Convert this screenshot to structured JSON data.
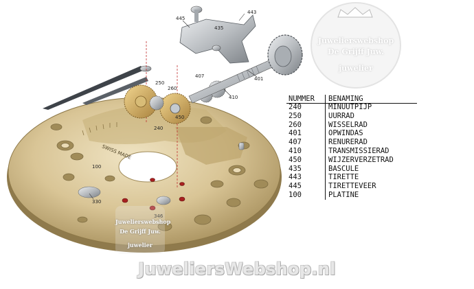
{
  "legend": {
    "header_number": "NUMMER",
    "header_name": "BENAMING",
    "rows": [
      {
        "number": "240",
        "name": "MINUUTPIJP"
      },
      {
        "number": "250",
        "name": "UURRAD"
      },
      {
        "number": "260",
        "name": "WISSELRAD"
      },
      {
        "number": "401",
        "name": "OPWINDAS"
      },
      {
        "number": "407",
        "name": "RENURERAD"
      },
      {
        "number": "410",
        "name": "TRANSMISSIERAD"
      },
      {
        "number": "450",
        "name": "WIJZERVERZETRAD"
      },
      {
        "number": "435",
        "name": "BASCULE"
      },
      {
        "number": "443",
        "name": "TIRETTE"
      },
      {
        "number": "445",
        "name": "TIRETTEVEER"
      },
      {
        "number": "100",
        "name": "PLATINE"
      }
    ]
  },
  "callouts": {
    "c445": "445",
    "c435": "435",
    "c443": "443",
    "c250": "250",
    "c260": "260",
    "c407": "407",
    "c401": "401",
    "c410": "410",
    "c450": "450",
    "c240": "240",
    "c100": "100",
    "c330": "330",
    "c346": "346"
  },
  "plate_engraving": "SWISS MADE",
  "watermarks": {
    "badge_line1": "Juwelierswebshop",
    "badge_line2": "De Grijff Juw.",
    "badge_line3": "juwelier",
    "plate_line1": "Juwelierswebshop",
    "plate_line2": "De Grijff Juw.",
    "plate_line3": "juwelier",
    "bottom": "JuweliersWebshop.nl"
  },
  "colors": {
    "plate_gold": "#d9c596",
    "plate_shadow": "#a8915e",
    "steel": "#b8bcc0",
    "gear_gold": "#caa45a",
    "jewel_red": "#a82020",
    "axis_red": "#c03030"
  }
}
